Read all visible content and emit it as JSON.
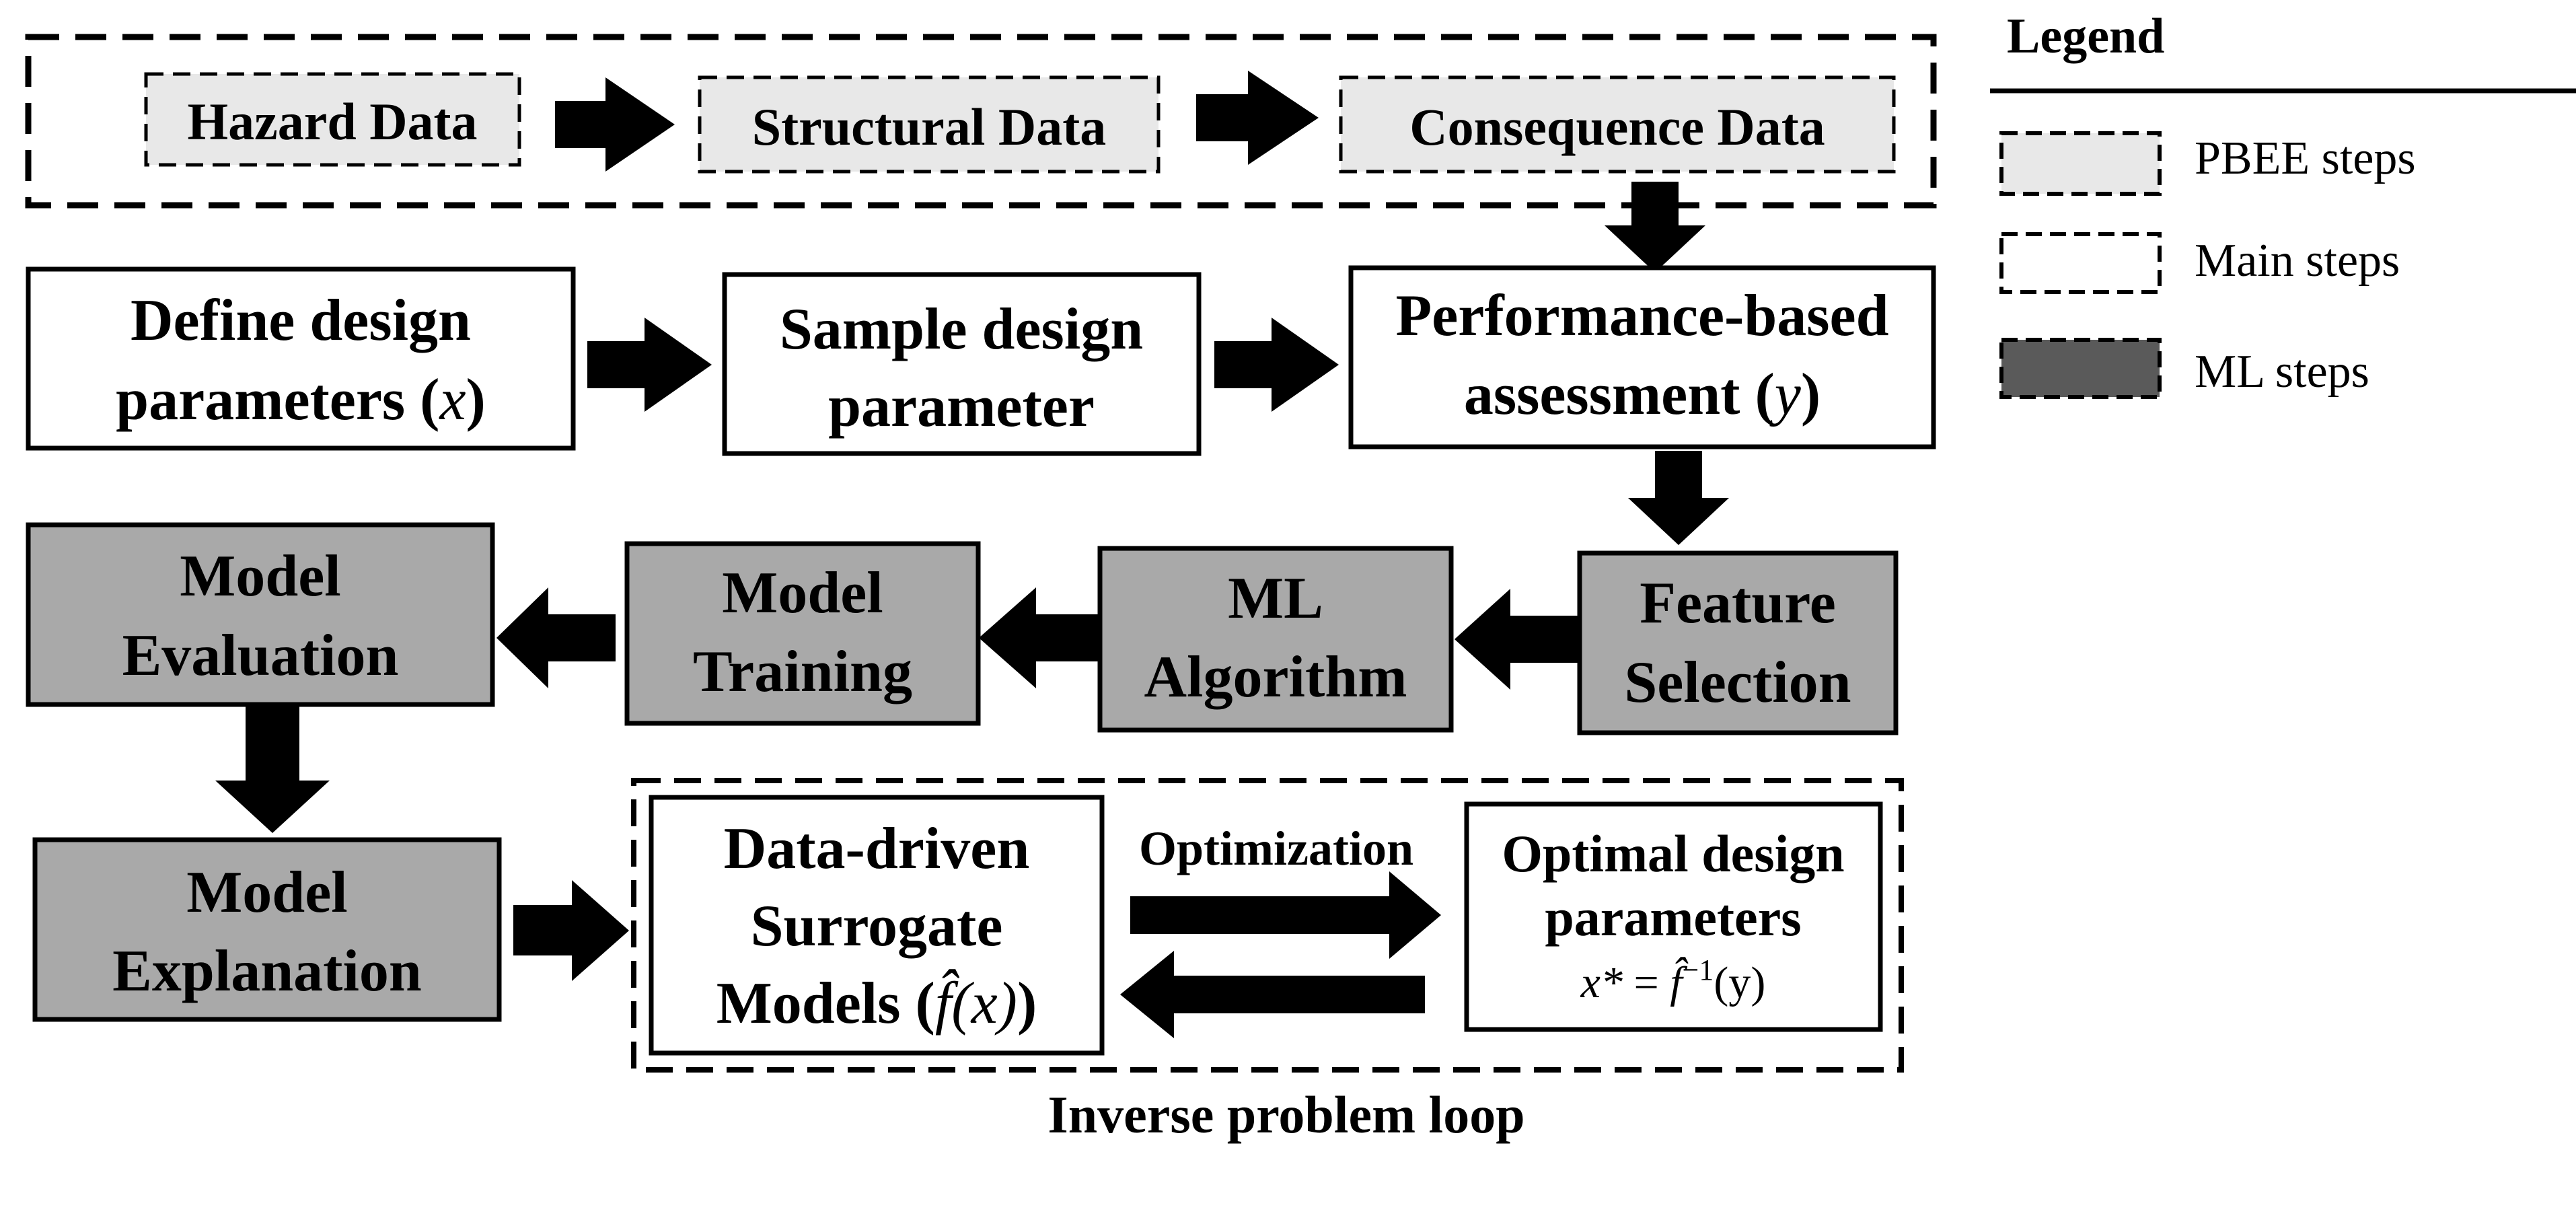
{
  "legend": {
    "title": "Legend",
    "items": [
      {
        "label": "PBEE steps",
        "fill": "#e8e8e8"
      },
      {
        "label": "Main steps",
        "fill": "#ffffff"
      },
      {
        "label": "ML steps",
        "fill": "#5a5a5a"
      }
    ]
  },
  "pbee": {
    "hazard": "Hazard Data",
    "structural": "Structural Data",
    "consequence": "Consequence Data"
  },
  "main": {
    "define": {
      "line1": "Define design",
      "line2_pre": "parameters (",
      "line2_var": "x",
      "line2_post": ")"
    },
    "sample": {
      "line1": "Sample design",
      "line2": "parameter"
    },
    "performance": {
      "line1": "Performance-based",
      "line2_pre": "assessment (",
      "line2_var": "y",
      "line2_post": ")"
    }
  },
  "ml": {
    "feature": {
      "line1": "Feature",
      "line2": "Selection"
    },
    "algorithm": {
      "line1": "ML",
      "line2": "Algorithm"
    },
    "training": {
      "line1": "Model",
      "line2": "Training"
    },
    "evaluation": {
      "line1": "Model",
      "line2": "Evaluation"
    },
    "explanation": {
      "line1": "Model",
      "line2": "Explanation"
    }
  },
  "loop": {
    "surrogate": {
      "line1": "Data-driven",
      "line2": "Surrogate",
      "line3_pre": "Models (",
      "line3_func": "f̂(x)",
      "line3_post": ")"
    },
    "optimization_label": "Optimization",
    "optimal": {
      "line1": "Optimal design",
      "line2": "parameters",
      "formula_var": "x*",
      "formula_eq": " = ",
      "formula_func": "f̂",
      "formula_exp": "−1",
      "formula_arg": "(y)"
    },
    "caption": "Inverse problem loop"
  },
  "colors": {
    "pbee_fill": "#e8e8e8",
    "ml_fill": "#a9a9a9",
    "legend_ml_fill": "#5a5a5a",
    "stroke": "#000000"
  }
}
